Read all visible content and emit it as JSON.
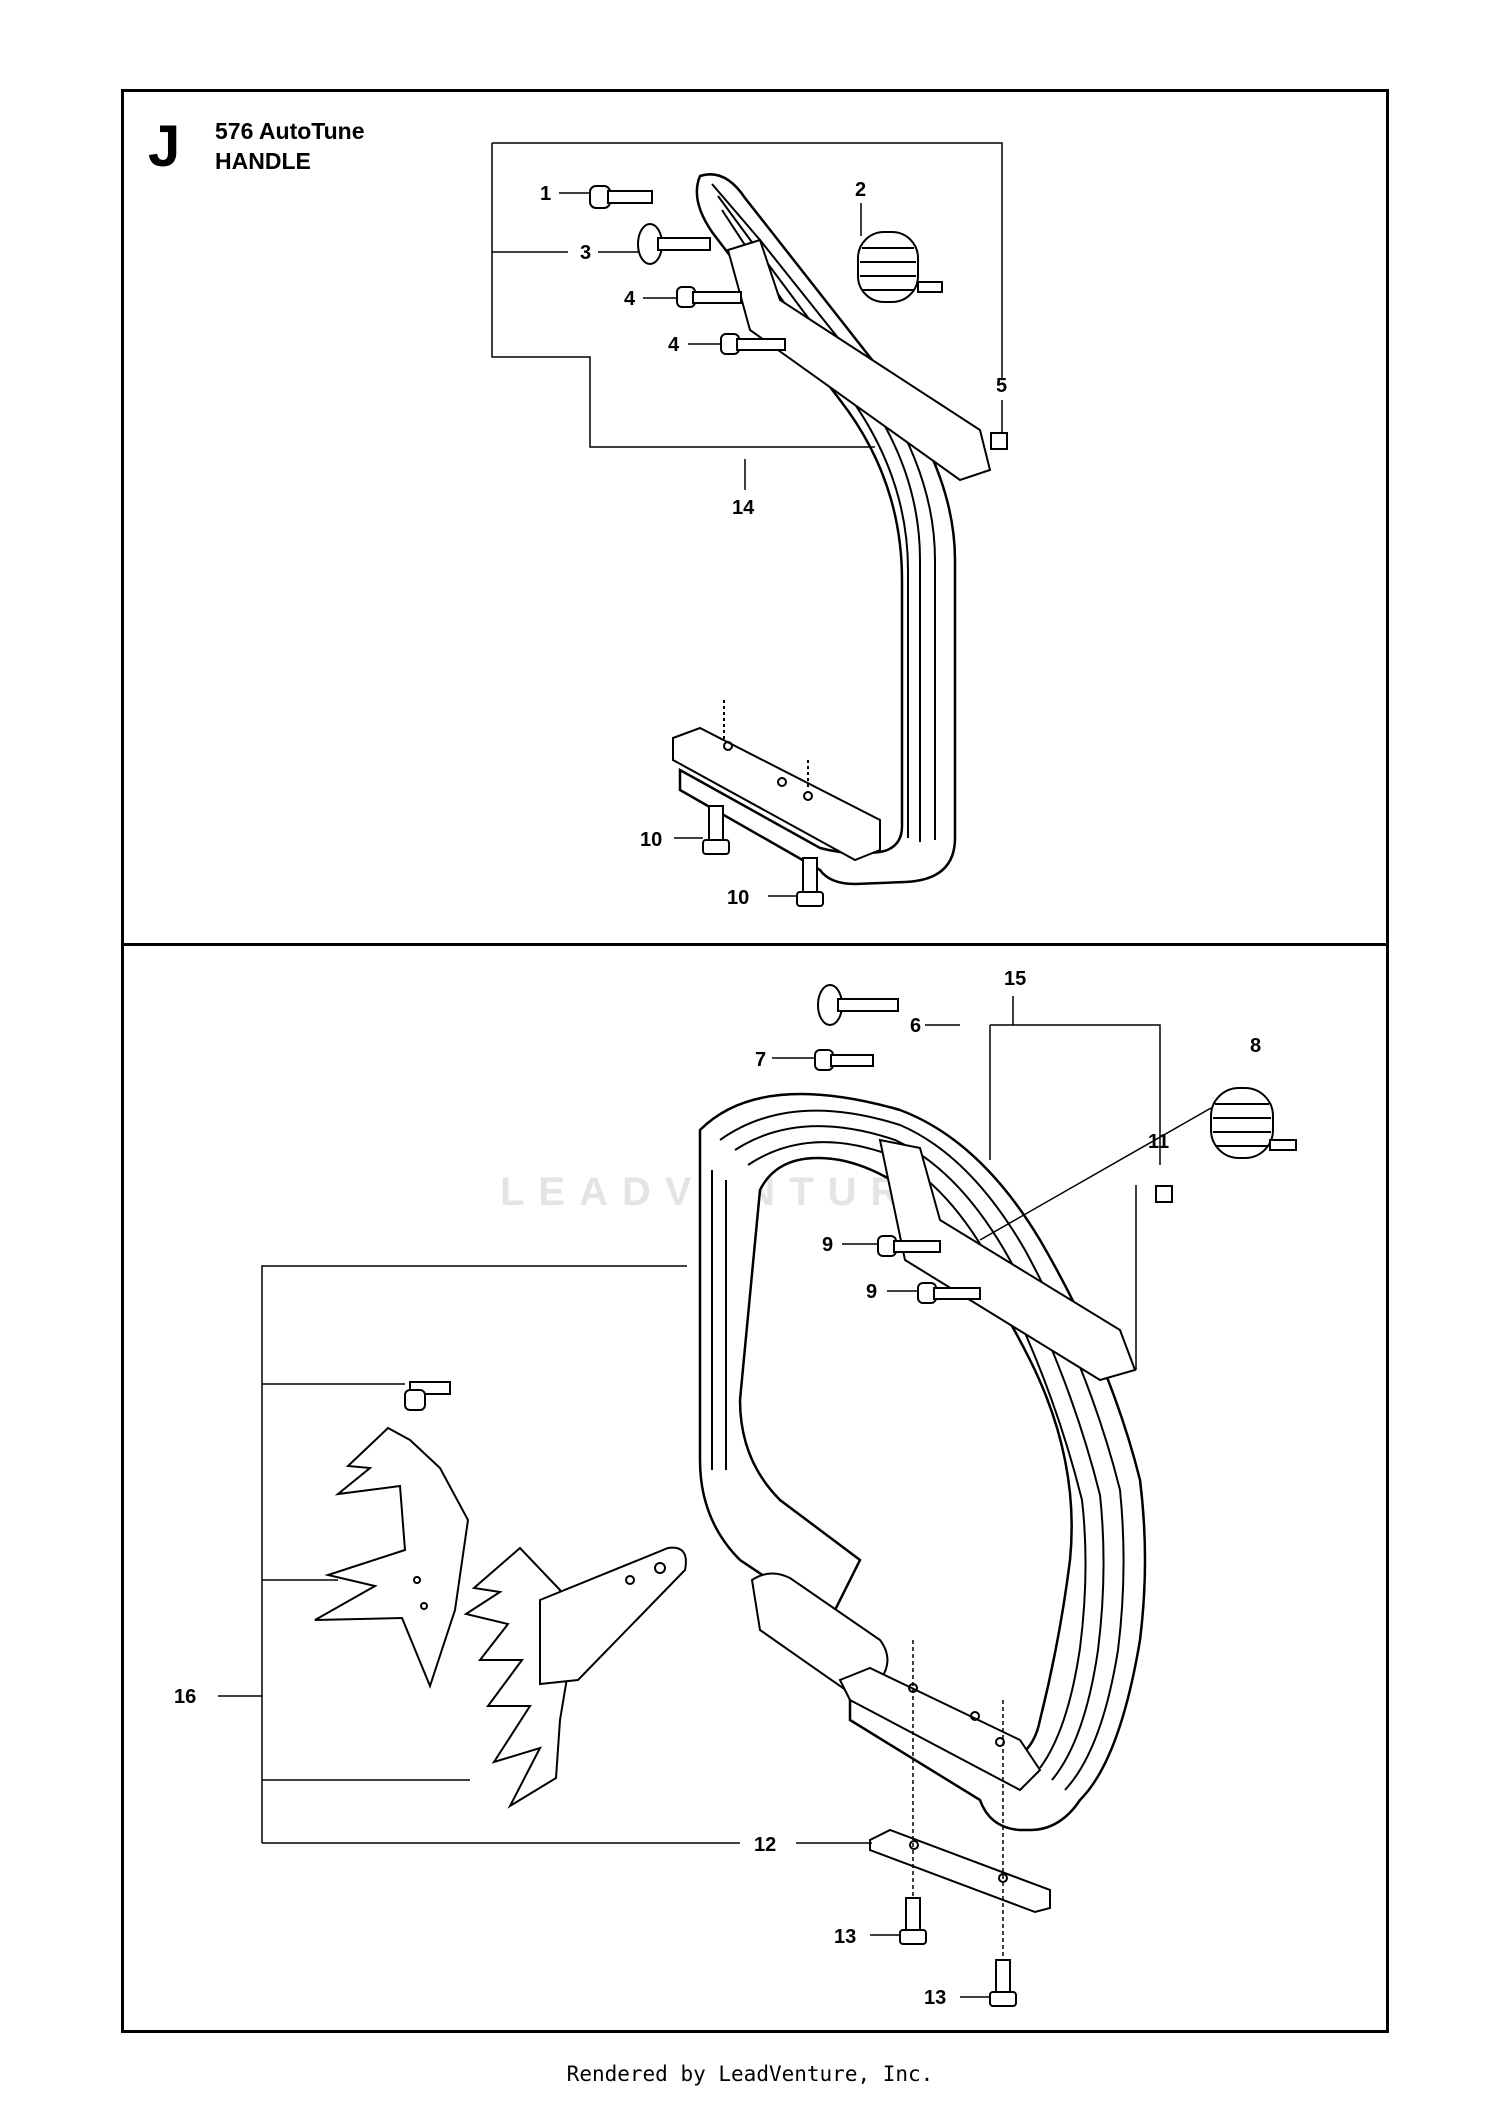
{
  "header": {
    "section_letter": "J",
    "model": "576 AutoTune",
    "title": "HANDLE"
  },
  "callouts": {
    "c1": "1",
    "c2": "2",
    "c3": "3",
    "c4a": "4",
    "c4b": "4",
    "c5": "5",
    "c10a": "10",
    "c10b": "10",
    "c14": "14",
    "c6": "6",
    "c7": "7",
    "c8": "8",
    "c9a": "9",
    "c9b": "9",
    "c11": "11",
    "c12": "12",
    "c13a": "13",
    "c13b": "13",
    "c15": "15",
    "c16": "16"
  },
  "watermark": "LEADVENTURE",
  "footer": "Rendered by LeadVenture, Inc."
}
